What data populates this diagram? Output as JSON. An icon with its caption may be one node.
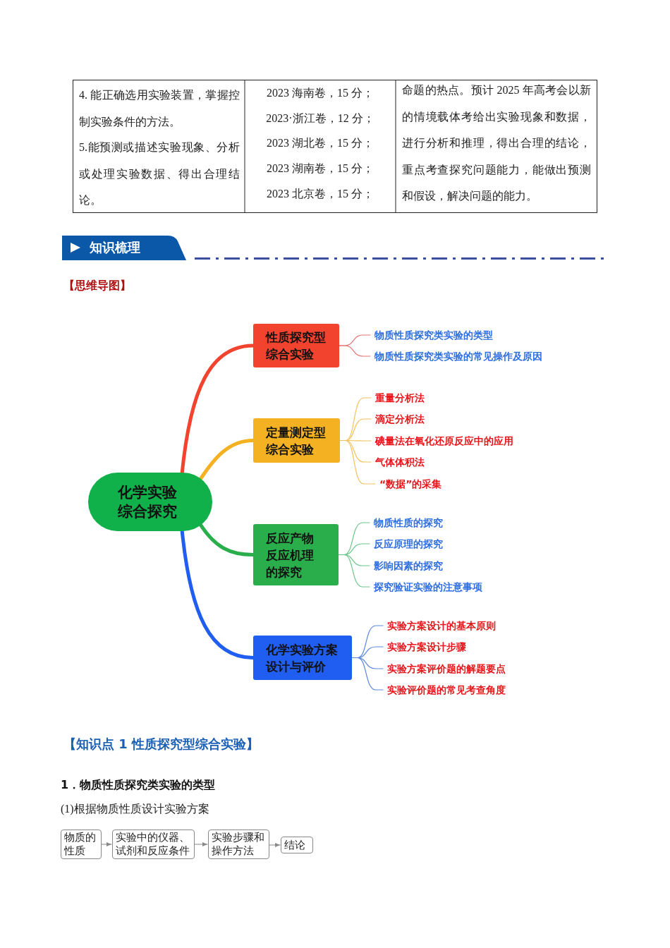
{
  "diagram": {
    "nodes": [
      {
        "text": [
          "化学实验综合探究"
        ]
      },
      {
        "text": [
          "性质探究型综合实验"
        ]
      },
      {
        "text": [
          "定量测定型综合实验"
        ]
      },
      {
        "text": [
          "反应产物反应机理的探究"
        ]
      },
      {
        "text": [
          "化学实验方案设计与评价"
        ]
      },
      {
        "text": [
          "物质性质探究类实验的类型"
        ]
      },
      {
        "text": [
          "物质性质探究类实验的常见操作及原因"
        ]
      },
      {
        "text": [
          "重量分析法"
        ]
      },
      {
        "text": [
          "滴定分析法"
        ]
      },
      {
        "text": [
          "碘量法在氧化还原反应中的应用"
        ]
      },
      {
        "text": [
          "气体体积法"
        ]
      },
      {
        "text": [
          "“数据”的采集"
        ]
      },
      {
        "text": [
          "物质性质的探究"
        ]
      },
      {
        "text": [
          "反应原理的探究"
        ]
      },
      {
        "text": [
          "影响因素的探究"
        ]
      },
      {
        "text": [
          "探究验证实验的注意事项"
        ]
      },
      {
        "text": [
          "实验方案设计的基本原则"
        ]
      },
      {
        "text": [
          "实验方案设计步骤"
        ]
      },
      {
        "text": [
          "实验方案评价题的解题要点"
        ]
      },
      {
        "text": [
          "实验评价题的常见考查角度"
        ]
      },
      {
        "text": [
          "知识梳理"
        ]
      },
      {
        "text": [
          "物质的性质"
        ]
      },
      {
        "text": [
          "实验中的仪器、试剂和反应条件"
        ]
      },
      {
        "text": [
          "实验步骤和操作方法"
        ]
      },
      {
        "text": [
          "结论"
        ]
      }
    ],
    "edges": [
      {
        "from": 0,
        "to": 1,
        "arrow": "none",
        "style": "thick",
        "color": "#f2432e"
      },
      {
        "from": 0,
        "to": 2,
        "arrow": "none",
        "style": "thick",
        "color": "#f4b223"
      },
      {
        "from": 0,
        "to": 3,
        "arrow": "none",
        "style": "thick",
        "color": "#2aae4c"
      },
      {
        "from": 0,
        "to": 4,
        "arrow": "none",
        "style": "thick",
        "color": "#1f5ef0"
      },
      {
        "from": 1,
        "to": 5,
        "arrow": "none",
        "color": "#e57373"
      },
      {
        "from": 1,
        "to": 6,
        "arrow": "none",
        "color": "#e57373"
      },
      {
        "from": 2,
        "to": 7,
        "arrow": "none",
        "color": "#f2c25a"
      },
      {
        "from": 2,
        "to": 8,
        "arrow": "none",
        "color": "#f2c25a"
      },
      {
        "from": 2,
        "to": 9,
        "arrow": "none",
        "color": "#f2c25a"
      },
      {
        "from": 2,
        "to": 10,
        "arrow": "none",
        "color": "#f2c25a"
      },
      {
        "from": 2,
        "to": 11,
        "arrow": "none",
        "color": "#f2c25a"
      },
      {
        "from": 3,
        "to": 12,
        "arrow": "none",
        "color": "#6cc58a"
      },
      {
        "from": 3,
        "to": 13,
        "arrow": "none",
        "color": "#6cc58a"
      },
      {
        "from": 3,
        "to": 14,
        "arrow": "none",
        "color": "#6cc58a"
      },
      {
        "from": 3,
        "to": 15,
        "arrow": "none",
        "color": "#6cc58a"
      },
      {
        "from": 4,
        "to": 16,
        "arrow": "none",
        "color": "#5b86e0"
      },
      {
        "from": 4,
        "to": 17,
        "arrow": "none",
        "color": "#5b86e0"
      },
      {
        "from": 4,
        "to": 18,
        "arrow": "none",
        "color": "#5b86e0"
      },
      {
        "from": 4,
        "to": 19,
        "arrow": "none",
        "color": "#5b86e0"
      },
      {
        "from": 21,
        "to": 22,
        "arrow": "to",
        "color": "#888888"
      },
      {
        "from": 22,
        "to": 23,
        "arrow": "to",
        "color": "#888888"
      },
      {
        "from": 23,
        "to": 24,
        "arrow": "to",
        "color": "#888888"
      }
    ],
    "labels": [
      "4.  能正确选用实验装置，掌握控制实验条件的方法。",
      "5.能预测或描述实验现象、分析或处理实验数据、得出合理结论。",
      "2023 海南卷，15 分；",
      "2023·浙江卷，12 分；",
      "2023 湖北卷，15 分；",
      "2023 湖南卷，15 分；",
      "2023 北京卷，15 分；",
      "命题的热点。预计 2025 年高考会以新的情境载体考给出实验现象和数据，进行分析和推理，得出合理的结论，重点考查探究问题能力，能做出预测和假设，解决问题的能力。",
      "【思维导图】",
      "【知识点 1  性质探究型综合实验】",
      "1．物质性质探究类实验的类型",
      "(1)根据物质性质设计实验方案"
    ]
  }
}
